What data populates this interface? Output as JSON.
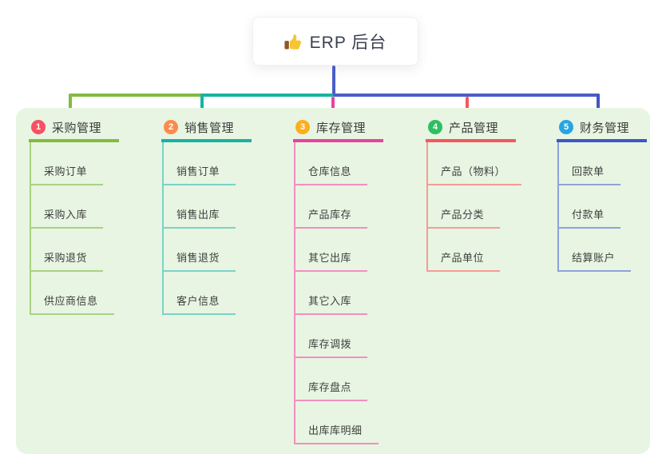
{
  "root": {
    "title": "ERP 后台",
    "icon": "thumbs-up"
  },
  "colors": {
    "root_connector": "#4a5ec8",
    "panel_background": "#e7f5e2"
  },
  "branches": [
    {
      "number": "1",
      "label": "采购管理",
      "badge_color": "#f94f63",
      "line_color": "#82bb3f",
      "child_line_color": "#a9d183",
      "children": [
        "采购订单",
        "采购入库",
        "采购退货",
        "供应商信息"
      ]
    },
    {
      "number": "2",
      "label": "销售管理",
      "badge_color": "#fb8b4c",
      "line_color": "#17b3a3",
      "child_line_color": "#7bd2c7",
      "children": [
        "销售订单",
        "销售出库",
        "销售退货",
        "客户信息"
      ]
    },
    {
      "number": "3",
      "label": "库存管理",
      "badge_color": "#fcaf1d",
      "line_color": "#e8439e",
      "child_line_color": "#f38fc0",
      "children": [
        "仓库信息",
        "产品库存",
        "其它出库",
        "其它入库",
        "库存调拨",
        "库存盘点",
        "出库库明细"
      ]
    },
    {
      "number": "4",
      "label": "产品管理",
      "badge_color": "#2ebf60",
      "line_color": "#f4595c",
      "child_line_color": "#f79b94",
      "children": [
        "产品（物料）",
        "产品分类",
        "产品单位"
      ]
    },
    {
      "number": "5",
      "label": "财务管理",
      "badge_color": "#27a5e2",
      "line_color": "#3f57c4",
      "child_line_color": "#8fa2dc",
      "children": [
        "回款单",
        "付款单",
        "结算账户"
      ]
    }
  ]
}
